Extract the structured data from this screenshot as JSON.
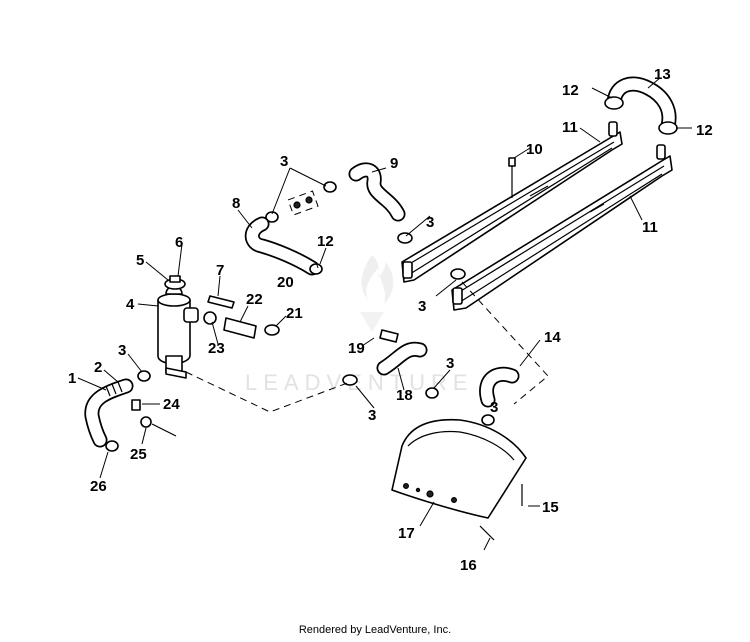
{
  "watermark": {
    "text": "LEADVENTURE"
  },
  "callouts": [
    {
      "label": "1"
    },
    {
      "label": "2"
    },
    {
      "label": "3"
    },
    {
      "label": "3"
    },
    {
      "label": "3"
    },
    {
      "label": "3"
    },
    {
      "label": "3"
    },
    {
      "label": "3"
    },
    {
      "label": "3"
    },
    {
      "label": "4"
    },
    {
      "label": "5"
    },
    {
      "label": "6"
    },
    {
      "label": "7"
    },
    {
      "label": "8"
    },
    {
      "label": "9"
    },
    {
      "label": "10"
    },
    {
      "label": "11"
    },
    {
      "label": "11"
    },
    {
      "label": "12"
    },
    {
      "label": "12"
    },
    {
      "label": "12"
    },
    {
      "label": "13"
    },
    {
      "label": "14"
    },
    {
      "label": "15"
    },
    {
      "label": "16"
    },
    {
      "label": "17"
    },
    {
      "label": "18"
    },
    {
      "label": "19"
    },
    {
      "label": "20"
    },
    {
      "label": "21"
    },
    {
      "label": "22"
    },
    {
      "label": "23"
    },
    {
      "label": "24"
    },
    {
      "label": "25"
    },
    {
      "label": "26"
    }
  ],
  "footer": {
    "credit": "Rendered by LeadVenture, Inc."
  }
}
